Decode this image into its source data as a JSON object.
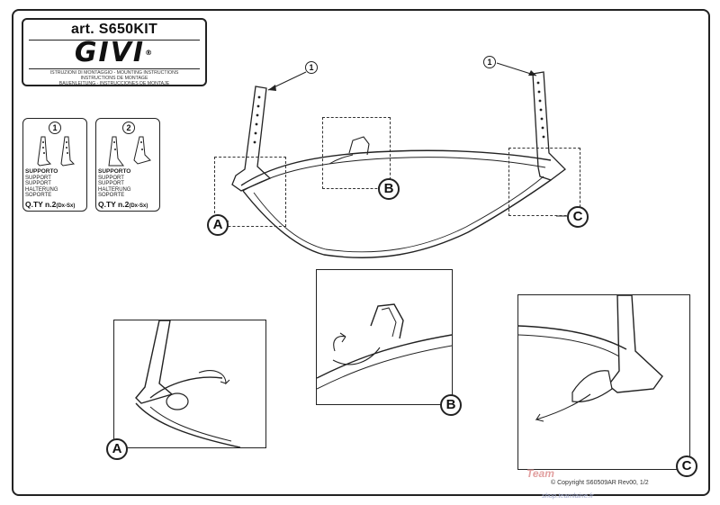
{
  "header": {
    "article": "art. S650KIT",
    "brand": "GIVI",
    "brand_mark": "®",
    "instructions": [
      "ISTRUZIONI DI MONTAGGIO - MOUNTING INSTRUCTIONS",
      "INSTRUCTIONS DE MONTAGE",
      "BAUENLEITUNG - INSTRUCCIONES DE MONTAJE"
    ]
  },
  "parts": [
    {
      "number": "1",
      "name_it": "SUPPORTO",
      "names": [
        "SUPPORT",
        "SUPPORT",
        "HALTERUNG",
        "SOPORTE"
      ],
      "qty_label": "Q.TY n.2",
      "qty_note": "(Dx-Sx)"
    },
    {
      "number": "2",
      "name_it": "SUPPORTO",
      "names": [
        "SUPPORT",
        "SUPPORT",
        "HALTERUNG",
        "SOPORTE"
      ],
      "qty_label": "Q.TY n.2",
      "qty_note": "(Dx-Sx)"
    }
  ],
  "callouts": {
    "main_left": "1",
    "main_right": "1",
    "A": "A",
    "B": "B",
    "C": "C"
  },
  "footer": {
    "copyright": "© Copyright S60509AR Rev00, 1/2",
    "watermark_top": "Team",
    "watermark_bottom": "shop.teamlaine.fr"
  }
}
